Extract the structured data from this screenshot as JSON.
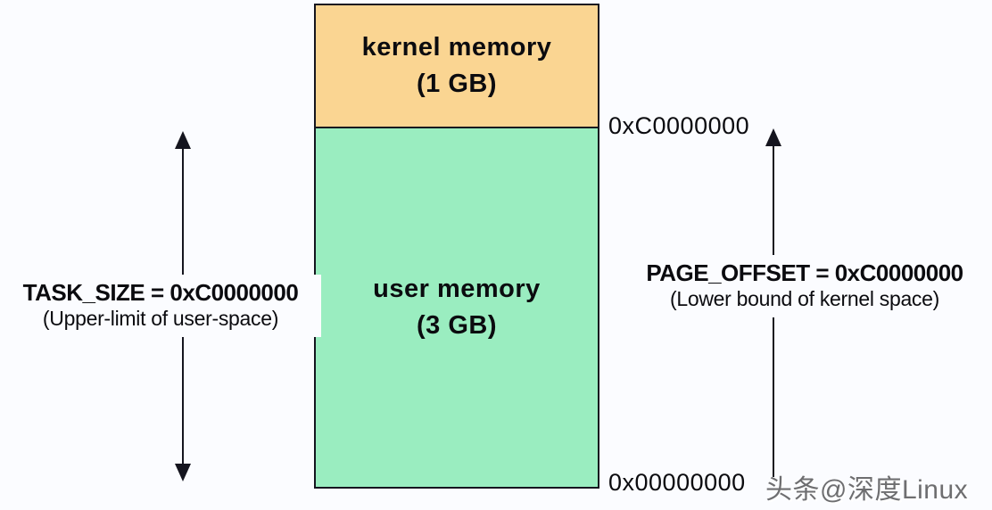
{
  "diagram": {
    "memory_box": {
      "kernel": {
        "name": "kernel memory",
        "size": "(1 GB)"
      },
      "user": {
        "name": "user memory",
        "size": "(3 GB)"
      }
    },
    "addresses": {
      "top": "0xC0000000",
      "bottom": "0x00000000"
    },
    "left_annotation": {
      "title": "TASK_SIZE = 0xC0000000",
      "subtitle": "(Upper-limit of user-space)"
    },
    "right_annotation": {
      "title": "PAGE_OFFSET = 0xC0000000",
      "subtitle": "(Lower bound of kernel space)"
    },
    "watermark": "头条@深度Linux",
    "colors": {
      "kernel_fill": "#fad592",
      "user_fill": "#9aedc0",
      "line": "#15151f",
      "background": "#fbfcff",
      "watermark_text": "#6e6e70"
    }
  }
}
